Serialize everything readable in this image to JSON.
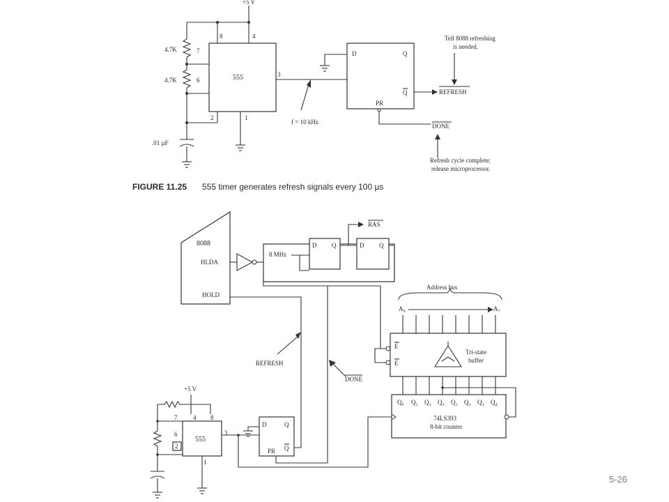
{
  "fig1": {
    "supply": "+5 V",
    "r1": "4.7K",
    "r2": "4.7K",
    "cap": ".01 µF",
    "timer": "555",
    "pin8": "8",
    "pin4": "4",
    "pin7": "7",
    "pin6": "6",
    "pin2": "2",
    "pin1": "1",
    "pin3": "3",
    "ff_d": "D",
    "ff_q": "Q",
    "ff_qbar": "Q",
    "ff_pr": "PR",
    "refresh": "REFRESH",
    "done": "DONE",
    "freq": "f = 10 kHz",
    "note_tell_1": "Tell 8088 refreshing",
    "note_tell_2": "is needed.",
    "note_done_1": "Refresh cycle complete;",
    "note_done_2": "release microprocessor.",
    "caption_label": "FIGURE 11.25",
    "caption_text": "555 timer generates refresh signals every 100 µs"
  },
  "fig2": {
    "cpu": "8088",
    "hlda": "HLDA",
    "hold": "HOLD",
    "clk": "8 MHz",
    "d1": "D",
    "q1": "Q",
    "d2": "D",
    "q2": "Q",
    "ras": "RAS",
    "address_bus": "Address bus",
    "a0": "A₀",
    "a7": "A₇",
    "e1": "E",
    "e2": "E",
    "buffer_1": "Tri-state",
    "buffer_2": "buffer",
    "refresh": "REFRESH",
    "done": "DONE",
    "counter_pins": [
      "Q₀",
      "Q₁",
      "Q₂",
      "Q₃",
      "Q₁",
      "Q₂",
      "Q₃",
      "Q₄"
    ],
    "counter_1": "74LS393",
    "counter_2": "8-bit counter",
    "supply": "+5 V",
    "timer": "555",
    "pin7": "7",
    "pin4": "4",
    "pin8": "8",
    "pin6": "6",
    "pin2": "2",
    "pin3": "3",
    "pin1": "1",
    "ff_d": "D",
    "ff_q": "Q",
    "ff_pr": "PR",
    "ff_qbar": "Q"
  },
  "page_number": "5-26"
}
